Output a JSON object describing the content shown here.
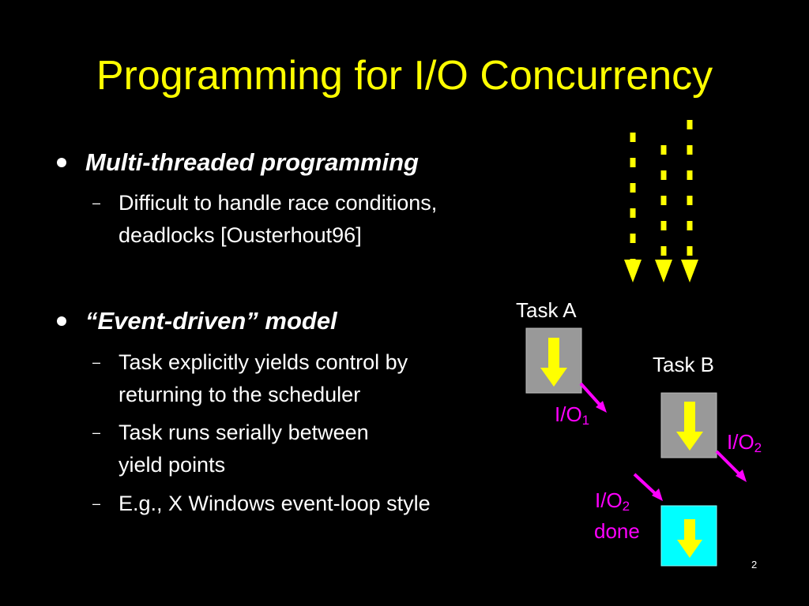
{
  "title": "Programming for I/O Concurrency",
  "bullets": [
    {
      "text": "Multi-threaded programming",
      "subs": [
        "Difficult to handle race conditions,",
        "deadlocks [Ousterhout96]"
      ]
    },
    {
      "text": "“Event-driven” model",
      "subs": [
        "Task explicitly yields control by",
        "returning to the scheduler",
        "Task runs serially between",
        "yield points",
        "E.g., X Windows event-loop style"
      ]
    }
  ],
  "diagram": {
    "task_a": "Task A",
    "task_b": "Task B",
    "io_prefix": "I/O",
    "io1_sub": "1",
    "io2_sub": "2",
    "done": "done"
  },
  "page_number": "2",
  "colors": {
    "title": "#ffff00",
    "accent_yellow": "#ffff00",
    "io_magenta": "#ff00ff",
    "box_gray": "#999999",
    "box_cyan": "#00ffff"
  }
}
